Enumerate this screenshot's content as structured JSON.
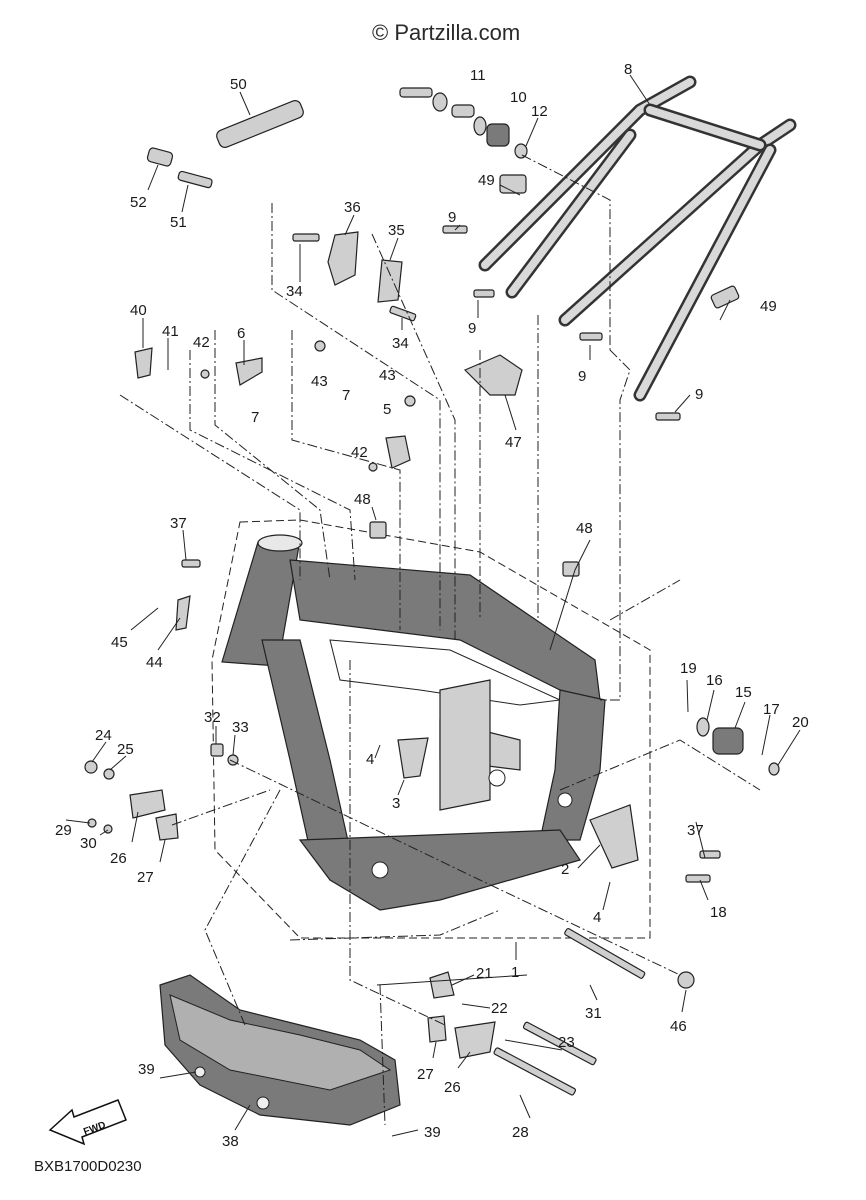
{
  "watermark": "© Partzilla.com",
  "diagram_code": "BXB1700D0230",
  "fwd_label": "FWD",
  "callouts": {
    "c1": "1",
    "c2": "2",
    "c3": "3",
    "c4a": "4",
    "c4b": "4",
    "c5": "5",
    "c6": "6",
    "c7a": "7",
    "c7b": "7",
    "c8": "8",
    "c9a": "9",
    "c9b": "9",
    "c9c": "9",
    "c9d": "9",
    "c10": "10",
    "c11": "11",
    "c12": "12",
    "c15": "15",
    "c16": "16",
    "c17": "17",
    "c18": "18",
    "c19": "19",
    "c20": "20",
    "c21": "21",
    "c22": "22",
    "c23": "23",
    "c24": "24",
    "c25": "25",
    "c26a": "26",
    "c26b": "26",
    "c27a": "27",
    "c27b": "27",
    "c28": "28",
    "c29": "29",
    "c30": "30",
    "c31": "31",
    "c32": "32",
    "c33": "33",
    "c34a": "34",
    "c34b": "34",
    "c35": "35",
    "c36": "36",
    "c37a": "37",
    "c37b": "37",
    "c38": "38",
    "c39a": "39",
    "c39b": "39",
    "c40": "40",
    "c41": "41",
    "c42a": "42",
    "c42b": "42",
    "c43a": "43",
    "c43b": "43",
    "c44": "44",
    "c45": "45",
    "c46": "46",
    "c47": "47",
    "c48a": "48",
    "c48b": "48",
    "c49a": "49",
    "c49b": "49",
    "c50": "50",
    "c51": "51",
    "c52": "52"
  }
}
